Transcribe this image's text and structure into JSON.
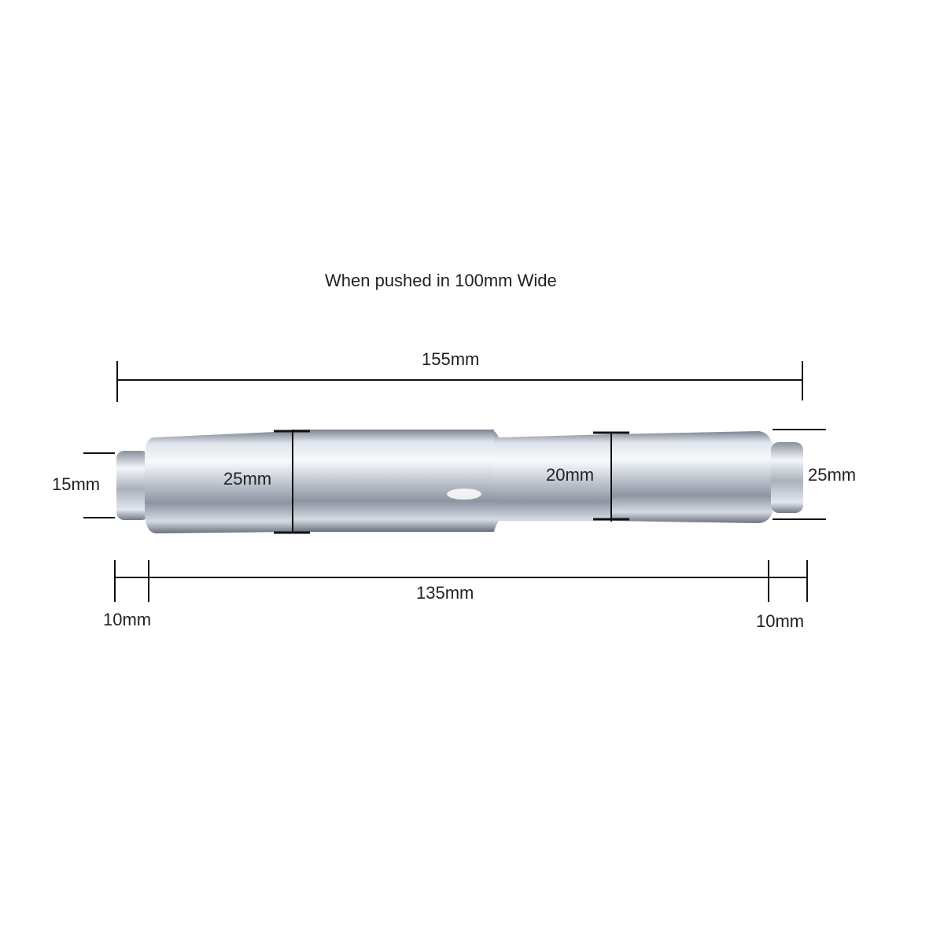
{
  "diagram": {
    "title": "When pushed in 100mm Wide",
    "dimensions": {
      "overall_length": "155mm",
      "tip_diameter_left": "15mm",
      "body_diameter_left": "25mm",
      "body_diameter_right": "20mm",
      "tip_diameter_right": "25mm",
      "middle_length": "135mm",
      "end_length_left": "10mm",
      "end_length_right": "10mm"
    }
  },
  "colors": {
    "dimension_line": "#111111",
    "chrome_light": "#f2f5fa",
    "chrome_mid": "#b9c0cc",
    "chrome_dark": "#6f7682",
    "text": "#222222"
  }
}
